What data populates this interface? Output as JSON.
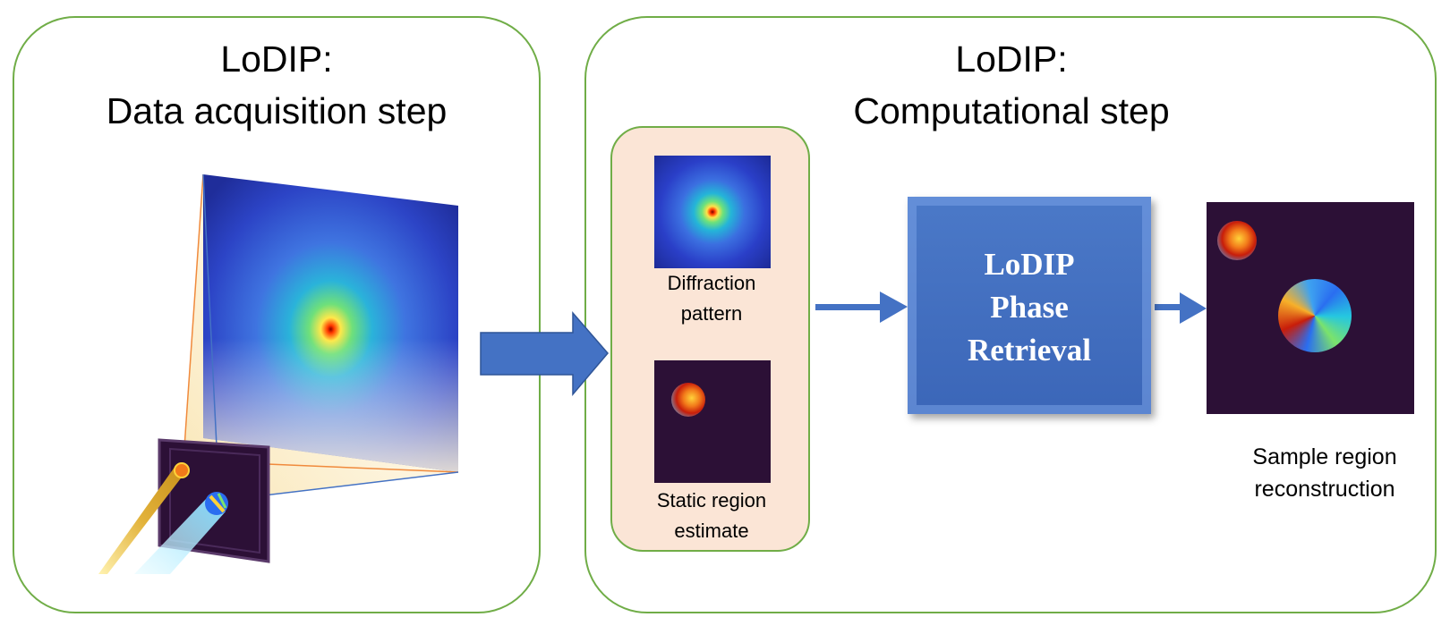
{
  "left_panel": {
    "title_line1": "LoDIP:",
    "title_line2": "Data acquisition step"
  },
  "right_panel": {
    "title_line1": "LoDIP:",
    "title_line2": "Computational step"
  },
  "inputs": {
    "diffraction_label_line1": "Diffraction",
    "diffraction_label_line2": "pattern",
    "static_label_line1": "Static region",
    "static_label_line2": "estimate"
  },
  "phase_retrieval": {
    "line1": "LoDIP",
    "line2": "Phase",
    "line3": "Retrieval"
  },
  "output": {
    "label_line1": "Sample region",
    "label_line2": "reconstruction"
  },
  "colors": {
    "panel_border": "#70ad47",
    "input_box_fill": "#fbe5d6",
    "arrow_blue": "#4472c4",
    "sample_dark": "#2c1036"
  }
}
